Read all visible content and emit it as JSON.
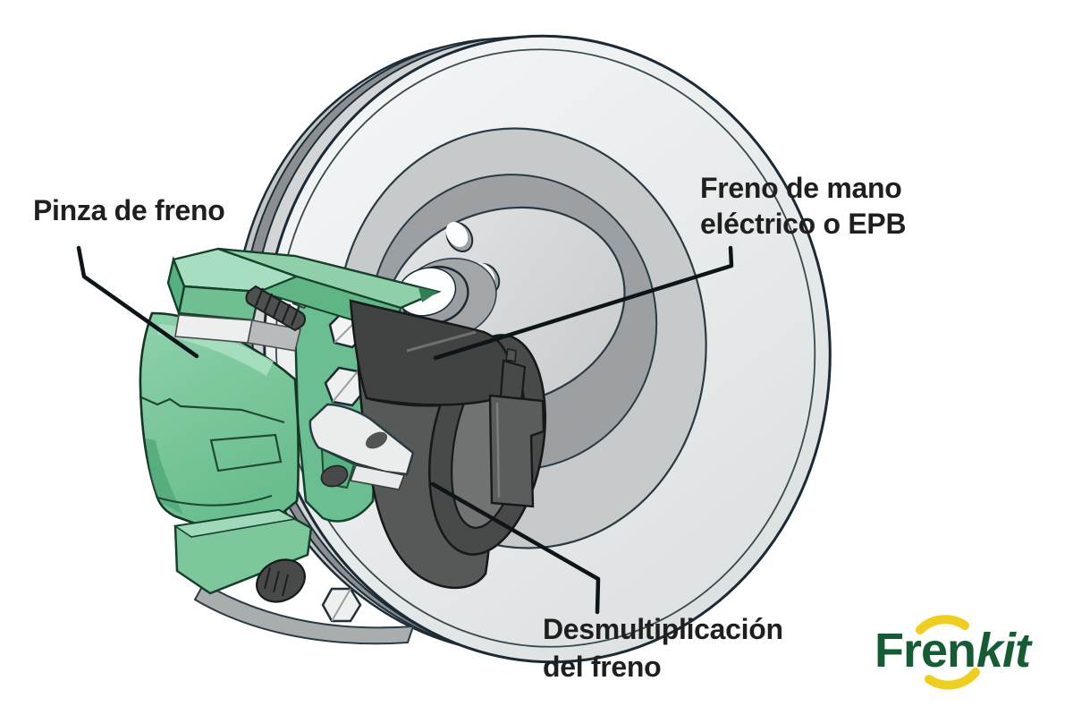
{
  "labels": {
    "caliper": "Pinza de freno",
    "epb_line1": "Freno de mano",
    "epb_line2": "eléctrico o EPB",
    "reduction_line1": "Desmultiplicación",
    "reduction_line2": "del freno"
  },
  "logo": {
    "name": "Frenkit",
    "part_regular": "Fren",
    "part_italic": "kit",
    "green": "#155C35",
    "yellow": "#F0CE1E"
  },
  "colors": {
    "background": "#FFFFFF",
    "caliper_green": "#7CC79C",
    "caliper_green_light": "#A8DEC0",
    "caliper_green_dark": "#4FA577",
    "motor_gray": "#565958",
    "motor_gray_dark": "#404342",
    "motor_gray_light": "#707372",
    "disc_gray_light": "#EDEFF0",
    "disc_gray_mid": "#9DA0A2",
    "outline_dark": "#1C2B33",
    "label_text": "#1F1F1F",
    "leader_line": "#0D1519"
  }
}
